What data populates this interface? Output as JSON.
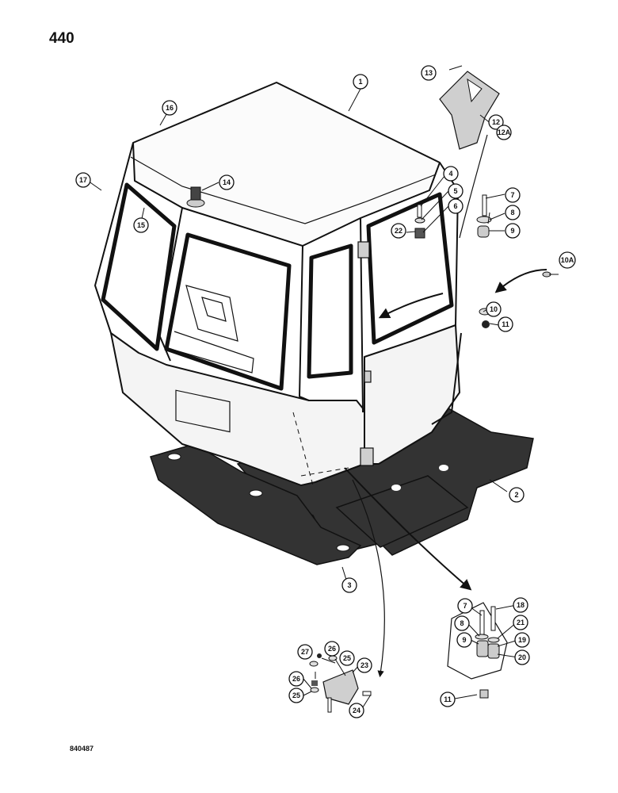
{
  "page_number": "440",
  "drawing_code": "840487",
  "callouts": [
    "1",
    "2",
    "3",
    "4",
    "5",
    "6",
    "7",
    "8",
    "9",
    "10",
    "10A",
    "11",
    "12",
    "12A",
    "13",
    "14",
    "15",
    "16",
    "17",
    "18",
    "19",
    "20",
    "21",
    "22",
    "23",
    "24",
    "25",
    "26",
    "27"
  ],
  "colors": {
    "ink": "#111111",
    "mat": "#333333",
    "paper": "#ffffff"
  }
}
